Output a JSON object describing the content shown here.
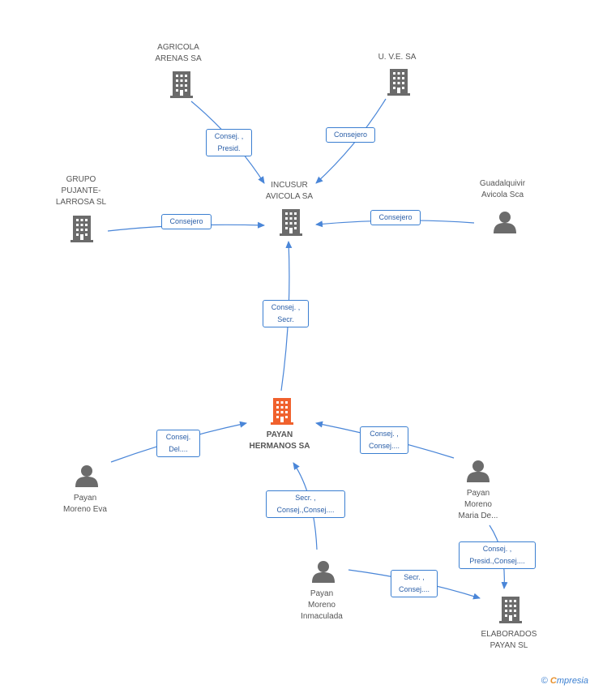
{
  "colors": {
    "edge": "#4a86d8",
    "node_icon": "#6b6b6b",
    "main_icon": "#f0612d"
  },
  "nodes": {
    "agricola": {
      "label": "AGRICOLA\nARENAS SA",
      "icon": "building-icon"
    },
    "uve": {
      "label": "U. V.E. SA",
      "icon": "building-icon"
    },
    "grupo": {
      "label": "GRUPO\nPUJANTE-\nLARROSA SL",
      "icon": "building-icon"
    },
    "incusur": {
      "label": "INCUSUR\nAVICOLA SA",
      "icon": "building-icon"
    },
    "guadalquivir": {
      "label": "Guadalquivir\nAvicola Sca",
      "icon": "person-icon"
    },
    "payan_hermanos": {
      "label": "PAYAN\nHERMANOS SA",
      "icon": "building-icon"
    },
    "payan_eva": {
      "label": "Payan\nMoreno Eva",
      "icon": "person-icon"
    },
    "payan_maria": {
      "label": "Payan\nMoreno\nMaria De...",
      "icon": "person-icon"
    },
    "payan_inmaculada": {
      "label": "Payan\nMoreno\nInmaculada",
      "icon": "person-icon"
    },
    "elaborados": {
      "label": "ELABORADOS\nPAYAN SL",
      "icon": "building-icon"
    }
  },
  "edges": {
    "agricola_incusur": "Consej. ,\nPresid.",
    "uve_incusur": "Consejero",
    "grupo_incusur": "Consejero",
    "guadalquivir_incusur": "Consejero",
    "payan_incusur": "Consej. ,\nSecr.",
    "eva_payan": "Consej.\nDel....",
    "maria_payan": "Consej. ,\nConsej....",
    "inmaculada_payan": "Secr. ,\nConsej.,Consej....",
    "maria_elaborados": "Consej. ,\nPresid.,Consej....",
    "inmaculada_elaborados": "Secr. ,\nConsej...."
  },
  "footer": {
    "copyright": "©",
    "brand_first": "C",
    "brand_rest": "mpresia"
  }
}
